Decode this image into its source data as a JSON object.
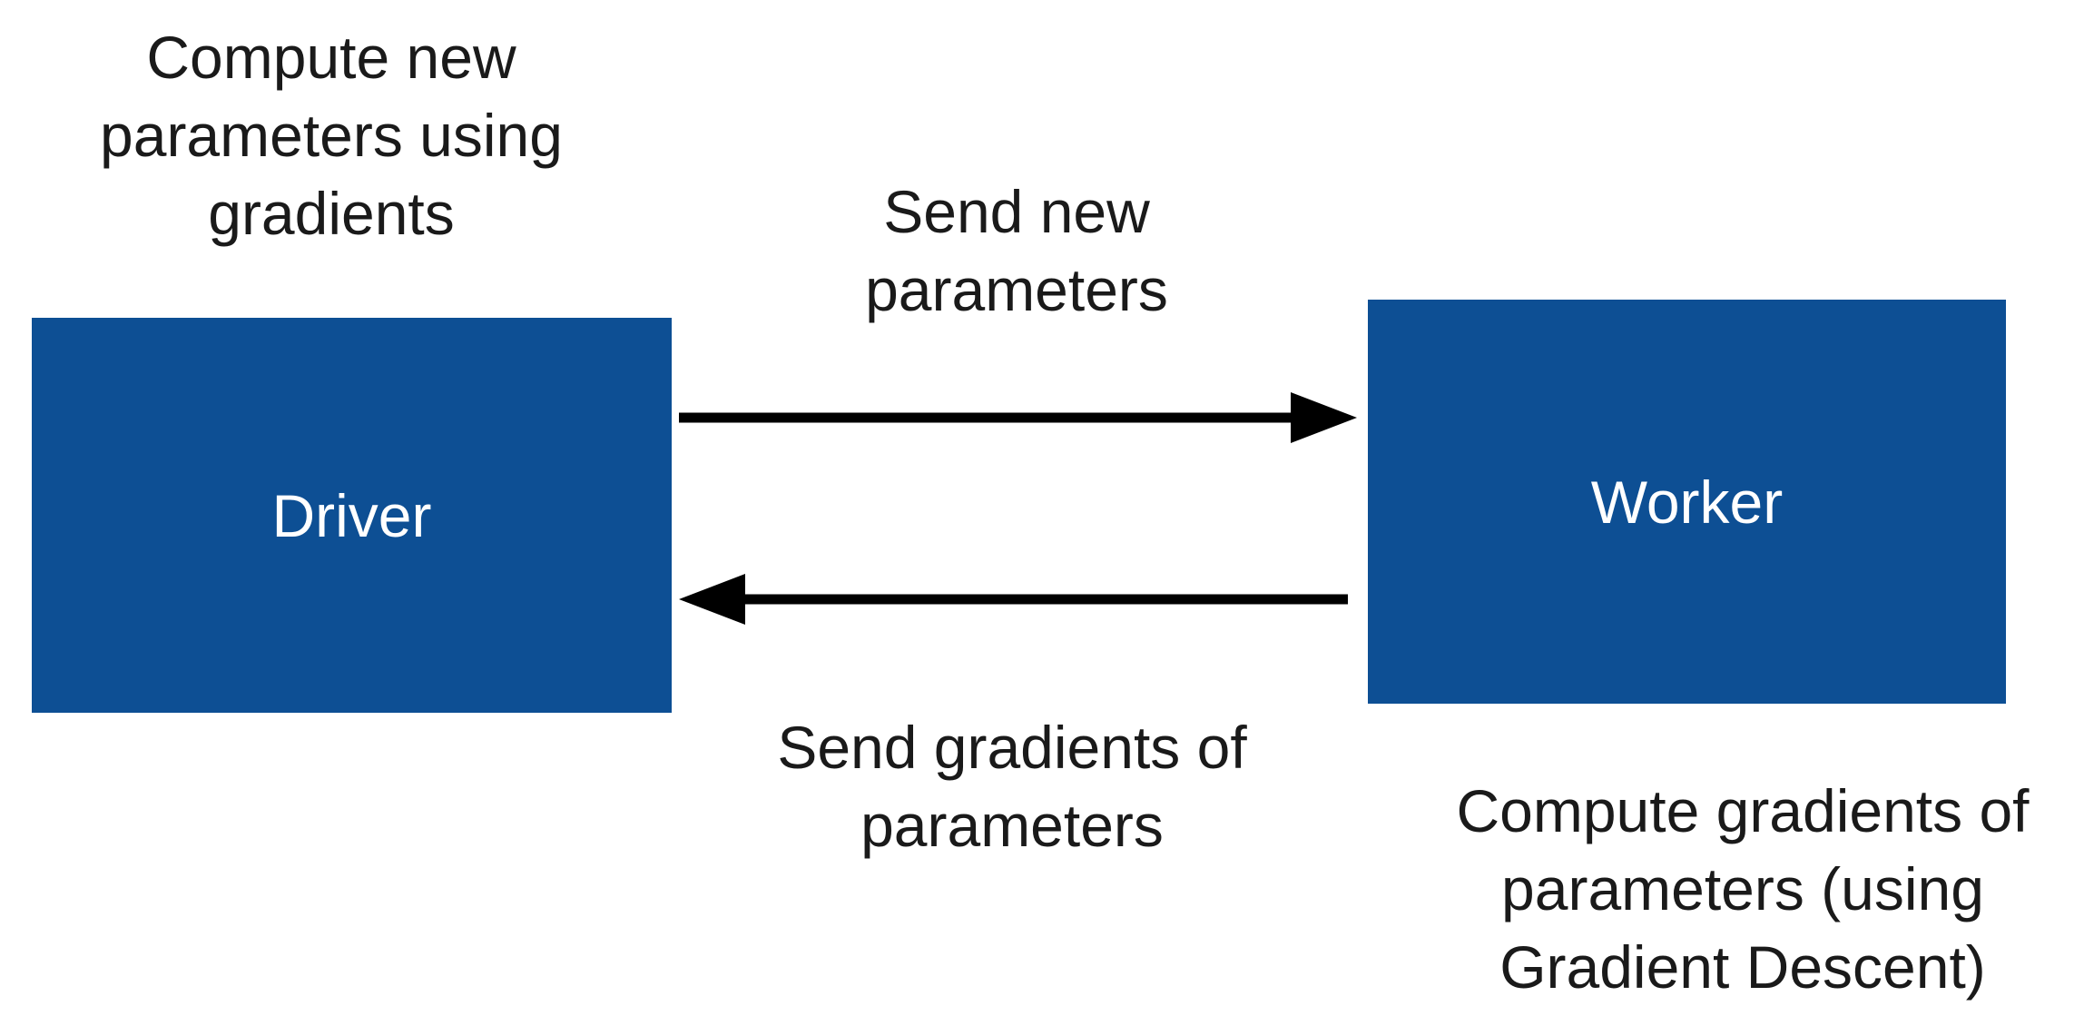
{
  "nodes": {
    "driver": {
      "label": "Driver",
      "note_lines": [
        "Compute new",
        "parameters using",
        "gradients"
      ]
    },
    "worker": {
      "label": "Worker",
      "note_lines": [
        "Compute gradients of",
        "parameters (using",
        "Gradient Descent)"
      ]
    }
  },
  "edges": {
    "send_params": {
      "from": "Driver",
      "to": "Worker",
      "label_lines": [
        "Send new",
        "parameters"
      ]
    },
    "send_grads": {
      "from": "Worker",
      "to": "Driver",
      "label_lines": [
        "Send gradients of",
        "parameters"
      ]
    }
  },
  "colors": {
    "box": "#0d4f94",
    "box_text": "#ffffff",
    "arrow": "#000000"
  }
}
